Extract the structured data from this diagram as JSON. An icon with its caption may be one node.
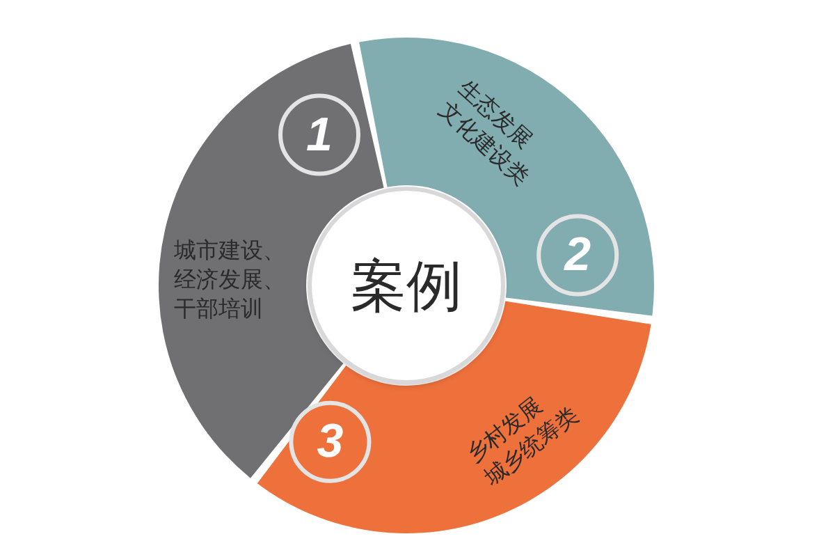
{
  "diagram": {
    "nodes": [
      {
        "text": [
          "1",
          "城市建设、经济发展、干部培训"
        ]
      },
      {
        "text": [
          "2",
          "生态发展文化建设类"
        ]
      },
      {
        "text": [
          "3",
          "乡村发展城乡统筹类"
        ]
      },
      {
        "text": [
          "案例"
        ]
      }
    ]
  }
}
